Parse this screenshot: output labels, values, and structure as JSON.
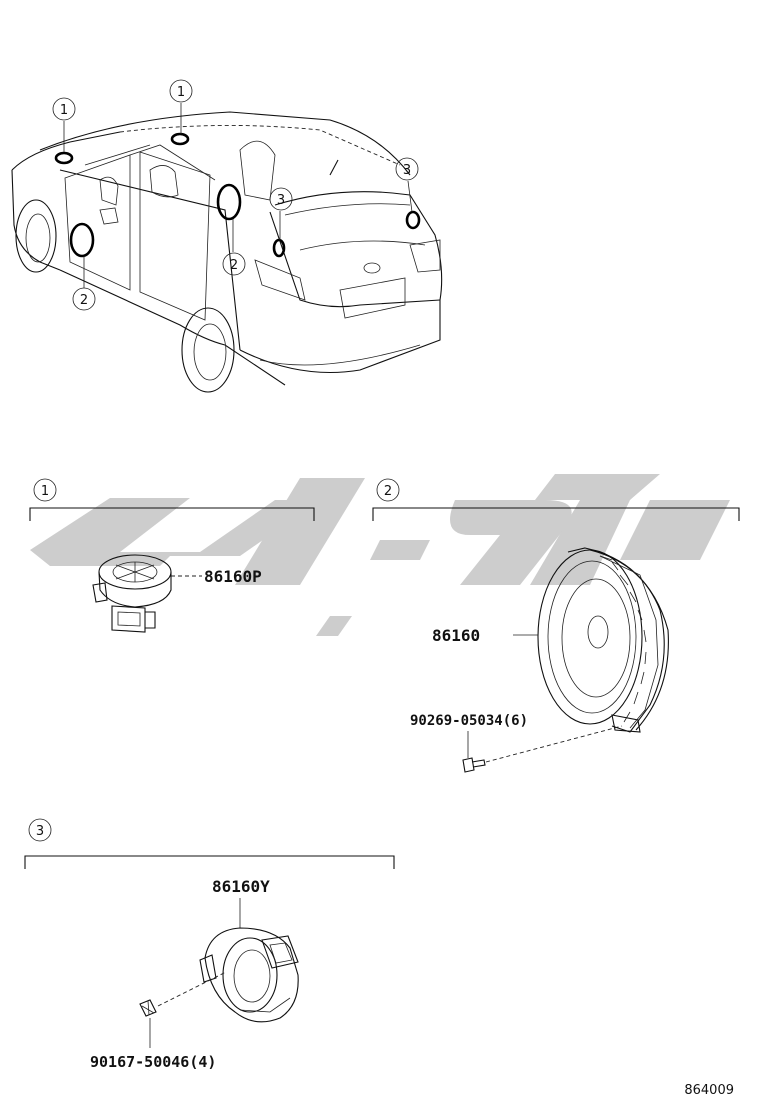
{
  "callouts": {
    "tweeter": "1",
    "door_speaker": "2",
    "rear_speaker": "3"
  },
  "parts": {
    "p86160P": "86160P",
    "p86160": "86160",
    "p90269": "90269-05034(6)",
    "p86160Y": "86160Y",
    "p90167": "90167-50046(4)"
  },
  "diagram_code": "864009",
  "watermark_color": "#c8c8c8"
}
